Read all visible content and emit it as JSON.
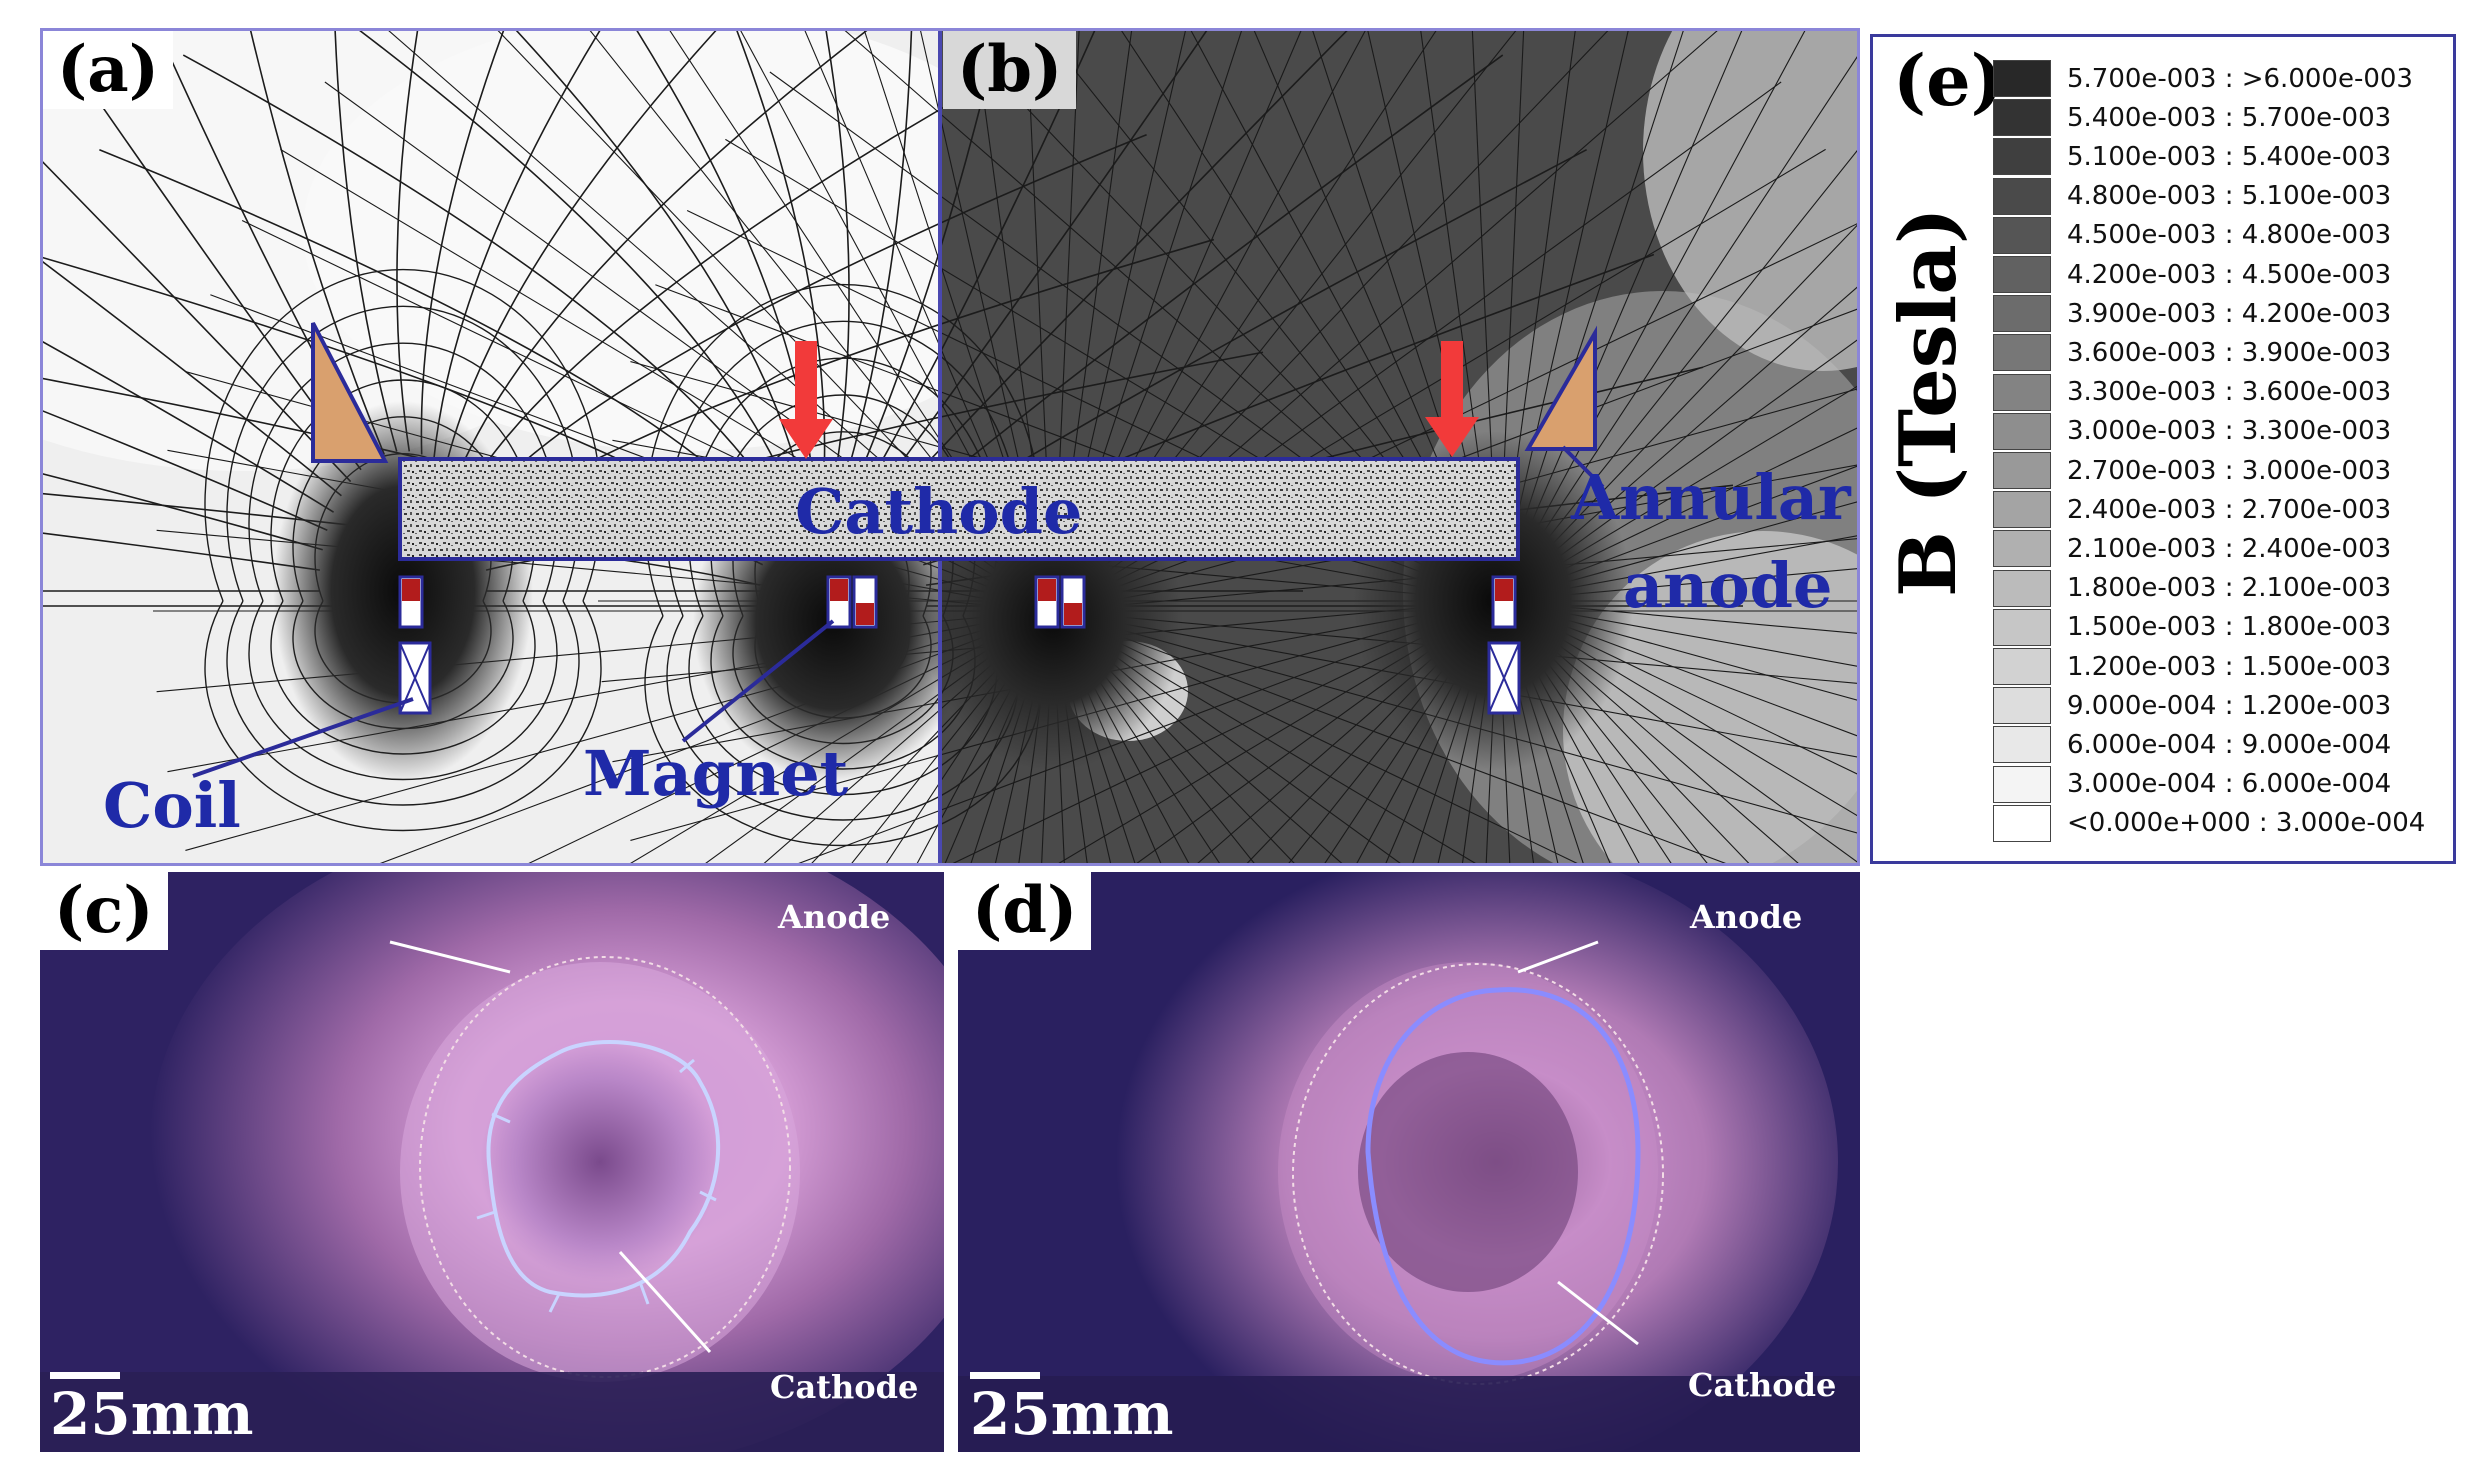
{
  "panels": {
    "a": "(a)",
    "b": "(b)",
    "c": "(c)",
    "d": "(d)",
    "e": "(e)"
  },
  "labels": {
    "cathode": "Cathode",
    "annular_anode_line1": "Annular",
    "annular_anode_line2": "anode",
    "coil": "Coil",
    "magnet": "Magnet"
  },
  "photos": {
    "anode": "Anode",
    "cathode": "Cathode",
    "scale": "25mm"
  },
  "legend": {
    "title": "B (Tesla)",
    "entries": [
      "5.700e-003 : >6.000e-003",
      "5.400e-003 : 5.700e-003",
      "5.100e-003 : 5.400e-003",
      "4.800e-003 : 5.100e-003",
      "4.500e-003 : 4.800e-003",
      "4.200e-003 : 4.500e-003",
      "3.900e-003 : 4.200e-003",
      "3.600e-003 : 3.900e-003",
      "3.300e-003 : 3.600e-003",
      "3.000e-003 : 3.300e-003",
      "2.700e-003 : 3.000e-003",
      "2.400e-003 : 2.700e-003",
      "2.100e-003 : 2.400e-003",
      "1.800e-003 : 2.100e-003",
      "1.500e-003 : 1.800e-003",
      "1.200e-003 : 1.500e-003",
      "9.000e-004 : 1.200e-003",
      "6.000e-004 : 9.000e-004",
      "3.000e-004 : 6.000e-004",
      "<0.000e+000 : 3.000e-004"
    ]
  },
  "colors": {
    "frame": "#8b86d8",
    "label_blue": "#1f2aa8",
    "anode_fill": "#d9a06e",
    "arrow_red": "#f23a3a",
    "photo_bg": "#2a1f5c"
  }
}
